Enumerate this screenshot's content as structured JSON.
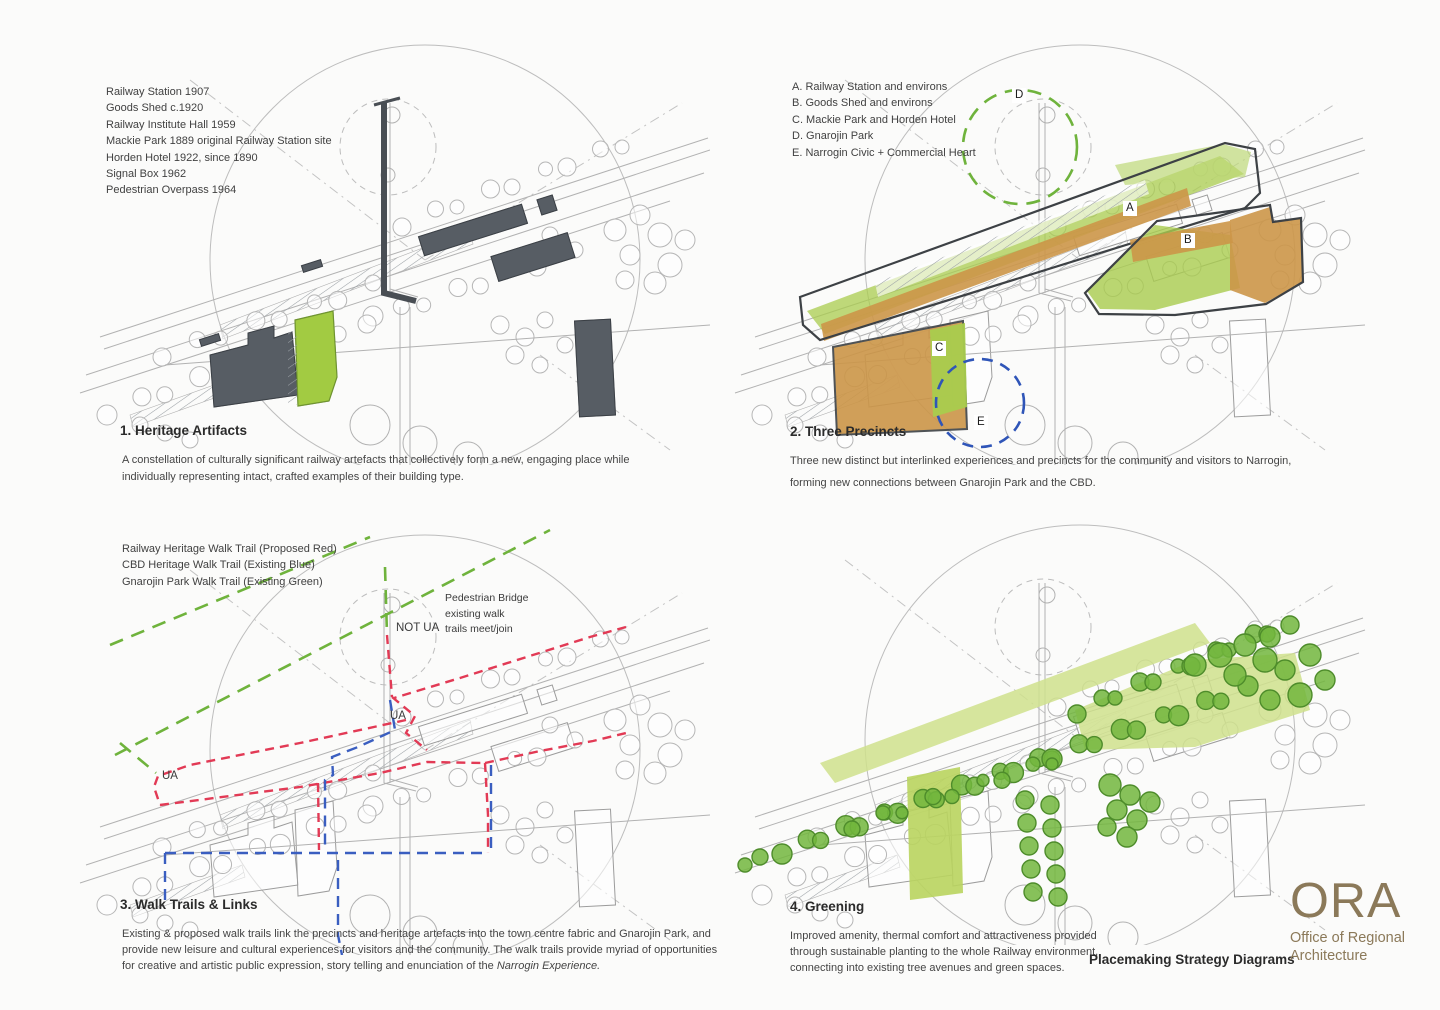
{
  "sections": [
    {
      "title": "1. Heritage Artifacts",
      "legend": [
        "Railway Station 1907",
        "Goods Shed c.1920",
        "Railway Institute Hall 1959",
        "Mackie Park 1889 original Railway Station site",
        "Horden Hotel 1922, since 1890",
        "Signal Box 1962",
        "Pedestrian Overpass 1964"
      ],
      "description": [
        "A constellation of culturally significant railway artefacts that collectively form a new, engaging place while",
        "individually representing intact, crafted examples of their building type."
      ]
    },
    {
      "title": "2. Three Precincts",
      "legend": [
        "A. Railway Station and environs",
        "B. Goods Shed and environs",
        "C. Mackie Park and Horden Hotel",
        "D. Gnarojin Park",
        "E. Narrogin Civic + Commercial Heart"
      ],
      "labels": [
        "A",
        "B",
        "C",
        "D",
        "E"
      ],
      "description": [
        "Three new distinct but interlinked experiences and precincts for the community and visitors to Narrogin,",
        "forming new connections between Gnarojin Park and the CBD."
      ]
    },
    {
      "title": "3. Walk Trails & Links",
      "legend": [
        "Railway Heritage Walk Trail (Proposed Red)",
        "CBD Heritage Walk Trail (Existing Blue)",
        "Gnarojin Park Walk Trail (Existing Green)"
      ],
      "annotations": {
        "bridge_line1": "Pedestrian Bridge",
        "bridge_line2": "existing walk",
        "bridge_line3": "trails meet/join",
        "not_ua": "NOT UA",
        "ua_mid": "UA",
        "ua_left": "UA"
      },
      "description": [
        "Existing & proposed walk trails link the precincts and heritage artefacts into the town centre fabric and Gnarojin Park, and",
        "provide new leisure and cultural experiences for visitors and the community. The walk trails provide myriad of opportunities",
        "for creative and artistic public expression, story telling and enunciation of the "
      ],
      "description_italic": "Narrogin Experience."
    },
    {
      "title": "4. Greening",
      "description": [
        "Improved amenity, thermal comfort and attractiveness provided",
        "through sustainable planting to the whole Railway environment,",
        "connecting into existing tree avenues and green spaces."
      ]
    }
  ],
  "footer": {
    "document_title": "Placemaking Strategy Diagrams",
    "logo_acronym": "ORA",
    "logo_line1": "Office of Regional",
    "logo_line2": "Architecture"
  },
  "colors": {
    "highlight_green": "#a2cb42",
    "precinct_orange": "#cc9648",
    "trail_red": "#e23a55",
    "trail_blue": "#3a5ec0",
    "trail_green": "#6fb33c",
    "building_gray": "#575d64",
    "logo_brown": "#8b7959"
  }
}
